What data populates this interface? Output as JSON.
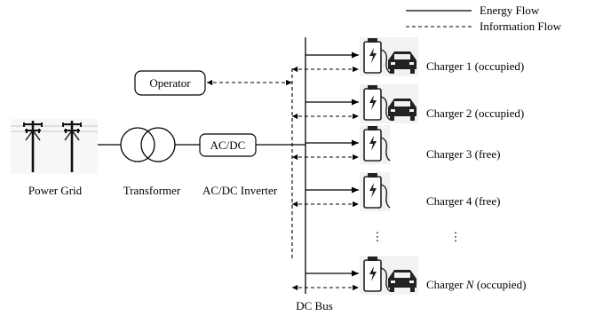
{
  "legend": {
    "energy_flow": "Energy Flow",
    "information_flow": "Information Flow"
  },
  "nodes": {
    "operator": "Operator",
    "power_grid": "Power Grid",
    "transformer": "Transformer",
    "acdc_box": "AC/DC",
    "acdc_inverter": "AC/DC Inverter",
    "dc_bus": "DC Bus"
  },
  "chargers": [
    {
      "prefix": "Charger 1",
      "n": "",
      "status": "(occupied)",
      "has_car": true
    },
    {
      "prefix": "Charger 2",
      "n": "",
      "status": "(occupied)",
      "has_car": true
    },
    {
      "prefix": "Charger 3",
      "n": "",
      "status": "(free)",
      "has_car": false
    },
    {
      "prefix": "Charger 4",
      "n": "",
      "status": "(free)",
      "has_car": false
    },
    {
      "prefix": "Charger ",
      "n": "N",
      "status": "(occupied)",
      "has_car": true
    }
  ],
  "ellipsis": "⋮"
}
